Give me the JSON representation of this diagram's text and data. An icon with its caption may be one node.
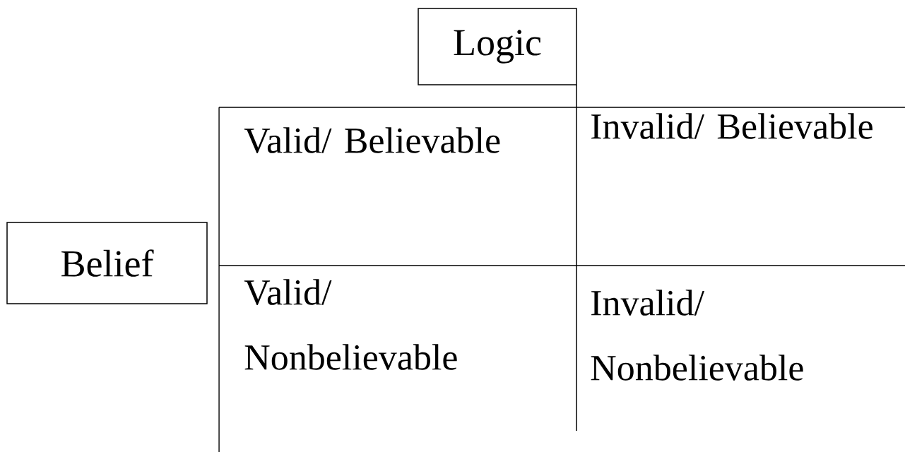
{
  "diagram": {
    "nodes": [
      {
        "text": [
          "Logic"
        ]
      },
      {
        "text": [
          "Belief"
        ]
      }
    ],
    "labels": [
      "Valid/ Believable",
      "Invalid/ Believable",
      "Valid/ Nonbelievable",
      "Invalid/ Nonbelievable"
    ]
  }
}
